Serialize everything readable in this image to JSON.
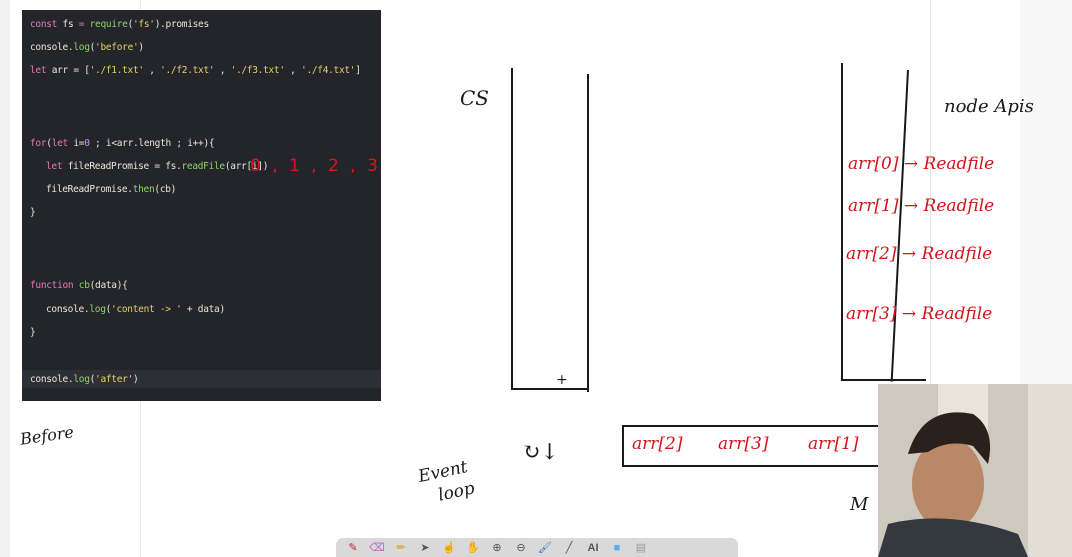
{
  "code": {
    "l1": {
      "a": "const ",
      "b": "fs",
      "c": " = ",
      "d": "require",
      "e": "(",
      "f": "'fs'",
      "g": ").promises"
    },
    "l2": {
      "a": "console.",
      "b": "log",
      "c": "(",
      "d": "'before'",
      "e": ")"
    },
    "l3": {
      "a": "let ",
      "b": "arr = [",
      "c": "'./f1.txt'",
      "d": " , ",
      "e": "'./f2.txt'",
      "f": " , ",
      "g": "'./f3.txt'",
      "h": " , ",
      "i": "'./f4.txt'",
      "j": "]"
    },
    "l4": {
      "a": "for",
      "b": "(",
      "c": "let ",
      "d": "i=",
      "e": "0",
      "f": " ; i<arr.length ; i++){"
    },
    "l5": {
      "a": "let ",
      "b": "fileReadPromise = fs.",
      "c": "readFile",
      "d": "(arr[i])"
    },
    "l6": {
      "a": "fileReadPromise.",
      "b": "then",
      "c": "(cb)"
    },
    "l7": "}",
    "l8": {
      "a": "function ",
      "b": "cb",
      "c": "(data){"
    },
    "l9": {
      "a": "console.",
      "b": "log",
      "c": "(",
      "d": "'content -> '",
      "e": " + data)"
    },
    "l10": "}",
    "l11": {
      "a": "console.",
      "b": "log",
      "c": "(",
      "d": "'after'",
      "e": ")"
    }
  },
  "annotations": {
    "code_indices": "0 , 1 , 2 , 3",
    "before": "Before",
    "cs": "CS",
    "node_apis": "node Apis",
    "api_calls": [
      {
        "arr": "arr[0]",
        "arrow": "→",
        "op": "Readfile"
      },
      {
        "arr": "arr[1]",
        "arrow": "→",
        "op": "Readfile"
      },
      {
        "arr": "arr[2]",
        "arrow": "→",
        "op": "Readfile"
      },
      {
        "arr": "arr[3]",
        "arrow": "→",
        "op": "Readfile"
      }
    ],
    "event_loop_1": "Event",
    "event_loop_2": "loop",
    "cycle_symbol": "↻↓",
    "queue_items": [
      "arr[2]",
      "arr[3]",
      "arr[1]"
    ],
    "partial_label": "M"
  },
  "toolbar": {
    "tools": [
      {
        "icon": "pen-icon",
        "glyph": "✎"
      },
      {
        "icon": "eraser-icon",
        "glyph": "⌫"
      },
      {
        "icon": "highlighter-icon",
        "glyph": "✏"
      },
      {
        "icon": "pointer-icon",
        "glyph": "➤"
      },
      {
        "icon": "hand-pointer-icon",
        "glyph": "☝"
      },
      {
        "icon": "hand-icon",
        "glyph": "✋"
      },
      {
        "icon": "zoom-in-icon",
        "glyph": "⊕"
      },
      {
        "icon": "zoom-out-icon",
        "glyph": "⊖"
      },
      {
        "icon": "brush-icon",
        "glyph": "🖌"
      },
      {
        "icon": "line-icon",
        "glyph": "╱"
      },
      {
        "icon": "text-icon",
        "glyph": "AI"
      },
      {
        "icon": "rectangle-icon",
        "glyph": "■"
      },
      {
        "icon": "whiteboard-icon",
        "glyph": "▤"
      }
    ]
  },
  "colors": {
    "ink_red": "#d2141a",
    "ink_black": "#1a1a1a",
    "editor_bg": "#24252a"
  }
}
